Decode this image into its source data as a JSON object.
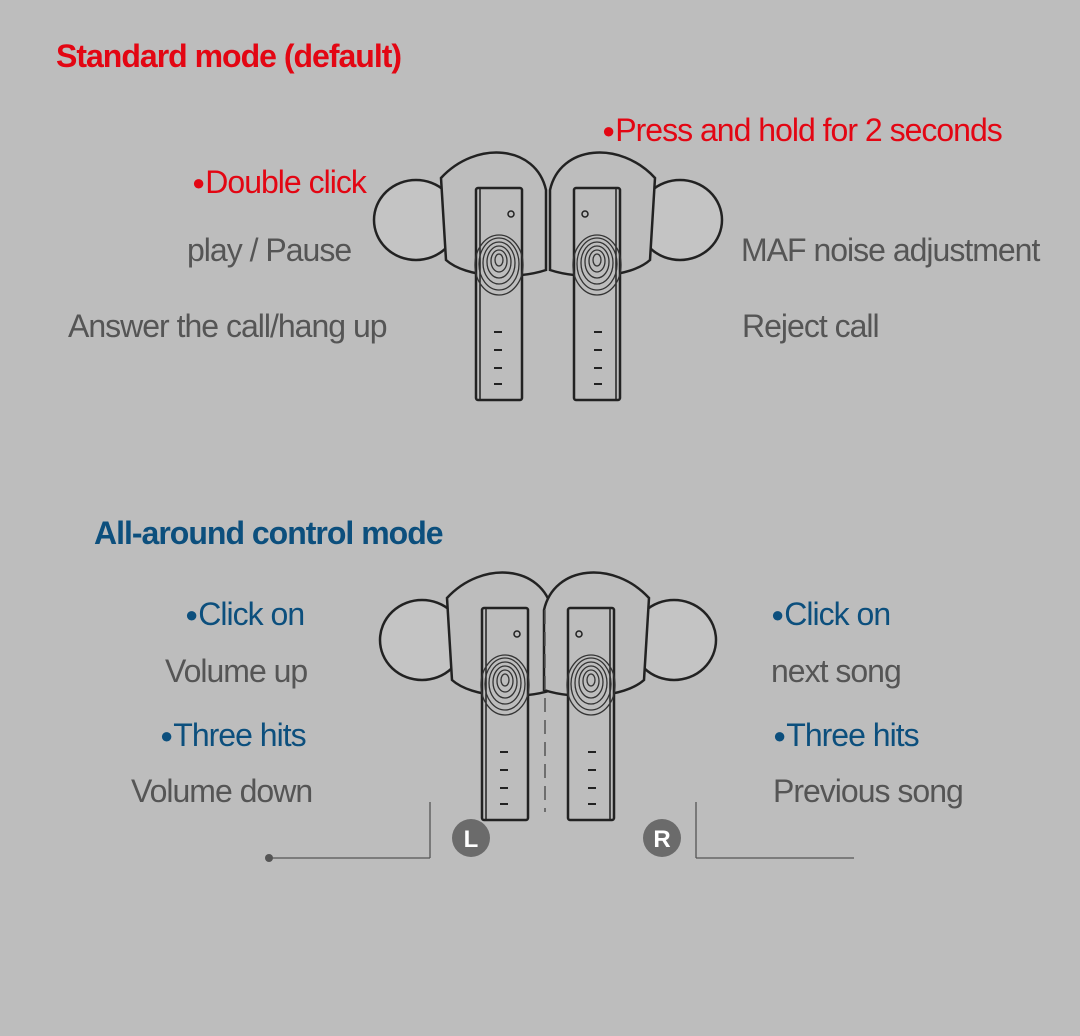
{
  "standard": {
    "title": "Standard mode (default)",
    "left": {
      "gesture": "Double click",
      "actions": [
        "play / Pause",
        "Answer the call/hang up"
      ]
    },
    "right": {
      "gesture": "Press and hold for 2 seconds",
      "actions": [
        "MAF noise adjustment",
        "Reject call"
      ]
    }
  },
  "allaround": {
    "title": "All-around control mode",
    "left": {
      "gesture1": "Click on",
      "action1": "Volume up",
      "gesture2": "Three hits",
      "action2": "Volume down",
      "badge": "L"
    },
    "right": {
      "gesture1": "Click on",
      "action1": "next song",
      "gesture2": "Three hits",
      "action2": "Previous song",
      "badge": "R"
    }
  },
  "colors": {
    "background": "#bdbdbd",
    "standard_accent": "#e30613",
    "allaround_accent": "#0c4f7d",
    "text_gray": "#555555",
    "badge": "#6b6b6b"
  },
  "icons": [
    "bullet-icon",
    "earbud-left-icon",
    "earbud-right-icon",
    "fingerprint-icon"
  ]
}
